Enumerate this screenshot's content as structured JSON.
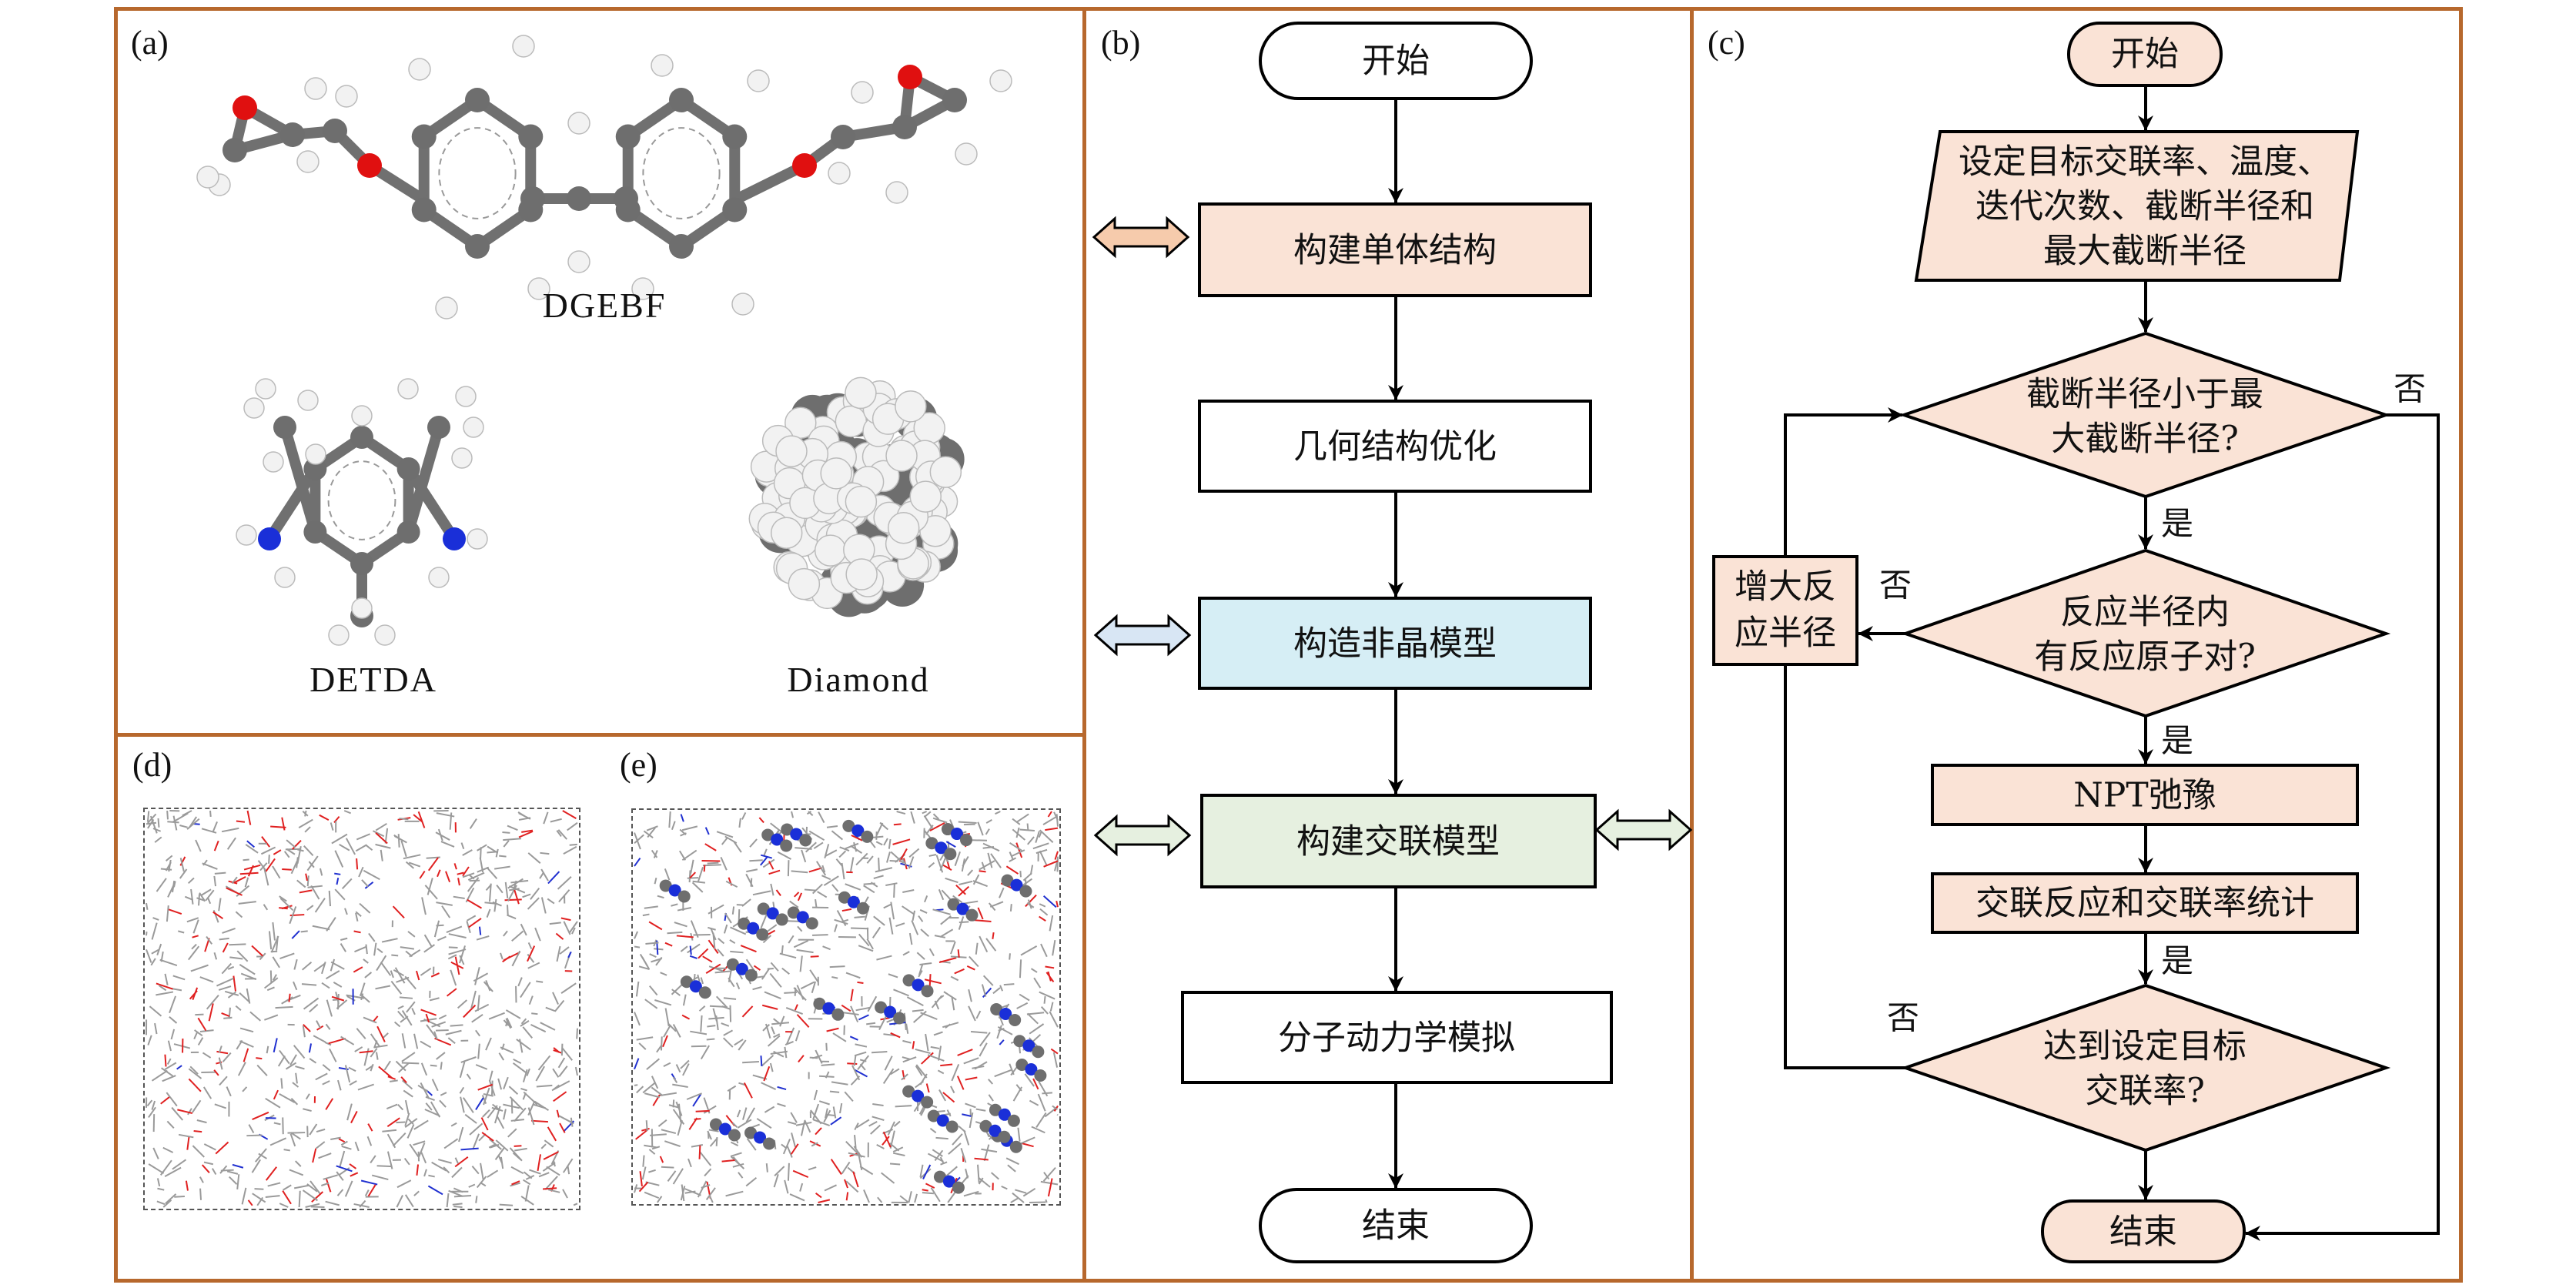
{
  "figure": {
    "panel_labels": {
      "a": "(a)",
      "b": "(b)",
      "c": "(c)",
      "d": "(d)",
      "e": "(e)"
    },
    "border_color": "#B7682D"
  },
  "panel_a": {
    "molecules": [
      {
        "name": "DGEBF",
        "style": "ball-and-stick"
      },
      {
        "name": "DETDA",
        "style": "ball-and-stick"
      },
      {
        "name": "Diamond",
        "style": "space-filling"
      }
    ],
    "atom_colors": {
      "C": "#6E6E6E",
      "H": "#F2F2F2",
      "O": "#E01010",
      "N": "#1A2FD8"
    }
  },
  "panel_b": {
    "nodes": [
      {
        "id": "start",
        "shape": "terminator",
        "text": "开始",
        "fill": "#FFFFFF"
      },
      {
        "id": "build-monomer",
        "shape": "process",
        "text": "构建单体结构",
        "fill": "#FAE3D6",
        "side_arrow": {
          "left": "#F6CBAC"
        }
      },
      {
        "id": "geometry-opt",
        "shape": "process",
        "text": "几何结构优化",
        "fill": "#FFFFFF"
      },
      {
        "id": "amorphous-model",
        "shape": "process",
        "text": "构造非晶模型",
        "fill": "#D6EEF5",
        "side_arrow": {
          "left": "#D8E6F4"
        }
      },
      {
        "id": "crosslink-model",
        "shape": "process",
        "text": "构建交联模型",
        "fill": "#E6F0E0",
        "side_arrow": {
          "left": "#E6F0E0",
          "right": "#E6F0E0"
        }
      },
      {
        "id": "md-sim",
        "shape": "process",
        "text": "分子动力学模拟",
        "fill": "#FFFFFF"
      },
      {
        "id": "end",
        "shape": "terminator",
        "text": "结束",
        "fill": "#FFFFFF"
      }
    ]
  },
  "panel_c": {
    "fill": "#FAE3D6",
    "nodes": {
      "start": "开始",
      "input": [
        "设定目标交联率、温度、",
        "迭代次数、截断半径和",
        "最大截断半径"
      ],
      "decision1": [
        "截断半径小于最",
        "大截断半径?"
      ],
      "decision2": [
        "反应半径内",
        "有反应原子对?"
      ],
      "increase": [
        "增大反",
        "应半径"
      ],
      "npt": "NPT弛豫",
      "stats": "交联反应和交联率统计",
      "decision3": [
        "达到设定目标",
        "交联率?"
      ],
      "end": "结束"
    },
    "edge_labels": {
      "yes": "是",
      "no": "否"
    }
  },
  "panel_d": {
    "content": "uncrosslinked DGEBF/DETDA amorphous cell (wireframe)"
  },
  "panel_e": {
    "content": "crosslinked network with highlighted reacted C–N bonds (ball-and-stick)"
  }
}
